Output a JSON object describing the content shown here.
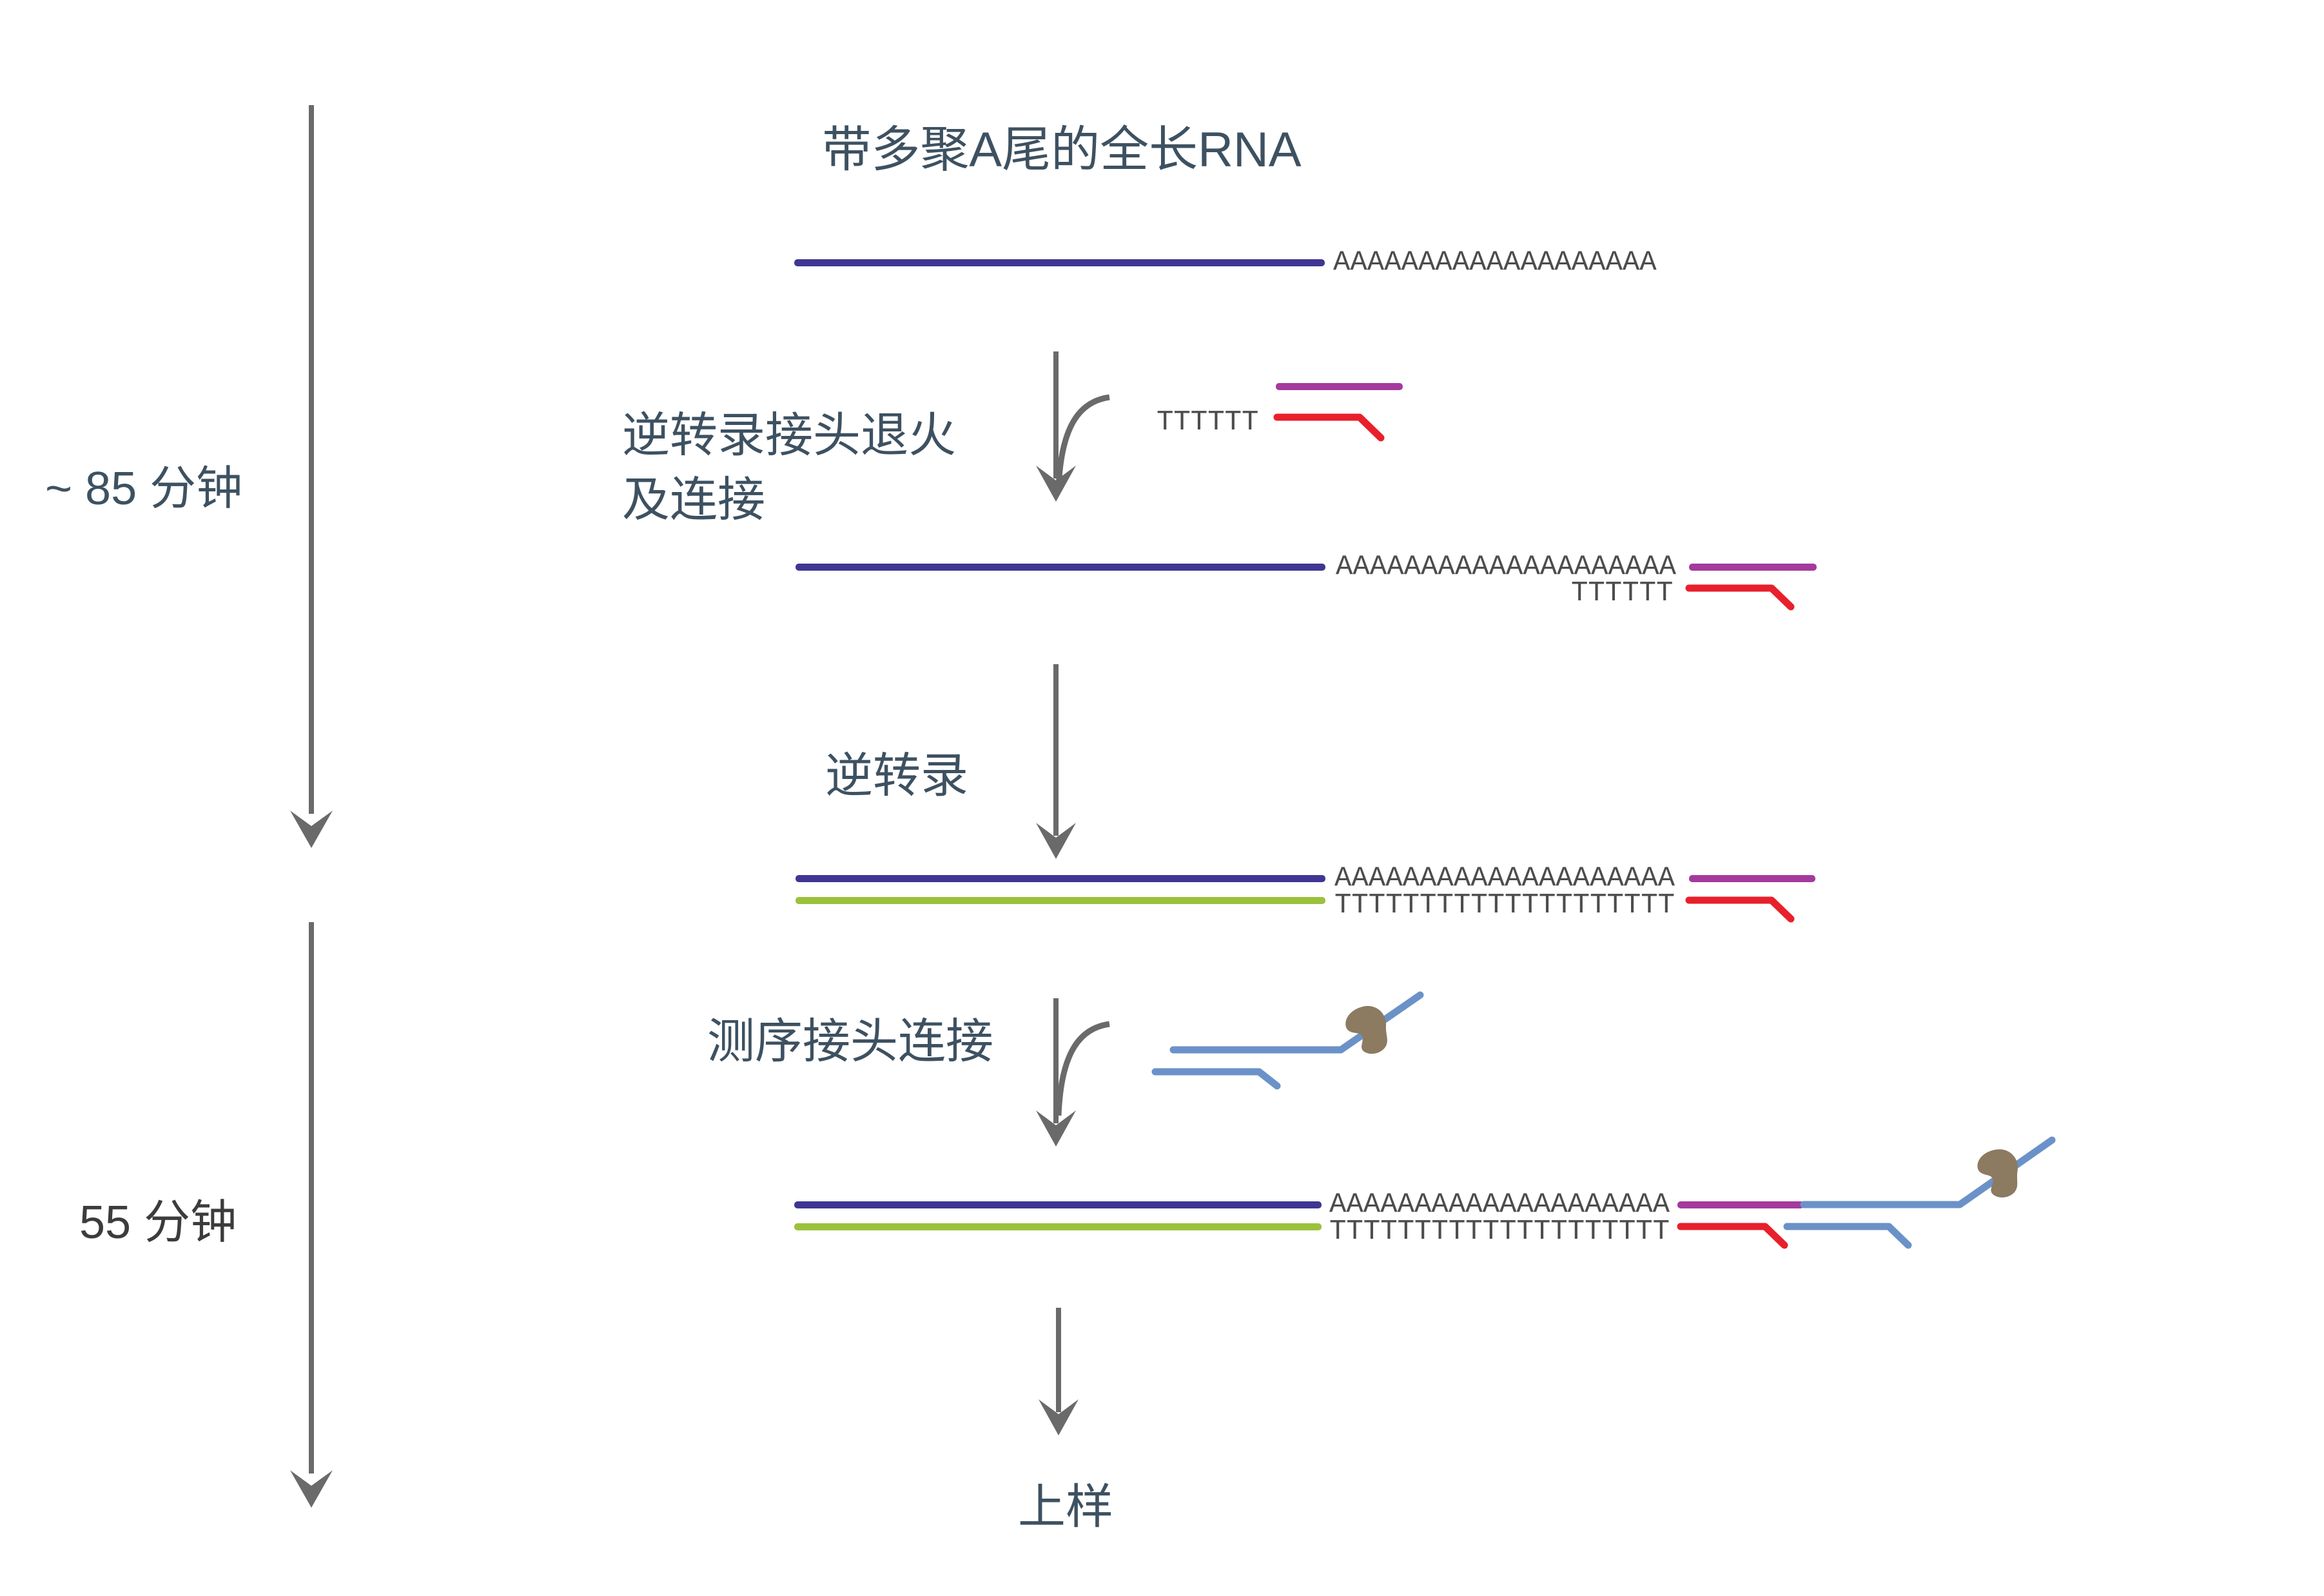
{
  "title": "带多聚A尾的全长RNA",
  "timeline": {
    "phase1_duration": "~ 85 分钟",
    "phase2_duration": "55 分钟"
  },
  "steps": {
    "step1_line1": "逆转录接头退火",
    "step1_line2": "及连接",
    "step2_label": "逆转录",
    "step3_label": "测序接头连接",
    "final_label": "上样"
  },
  "sequences": {
    "poly_a_tail": "AAAAAAAAAAAAAAAAAAA",
    "poly_a_tail_long": "AAAAAAAAAAAAAAAAAAAA",
    "oligo_dt_primer": "TTTTTT",
    "poly_t_strand": "TTTTTTTTTTTTTTTTTTTT"
  },
  "colors": {
    "rna_strand": "#3f3693",
    "rt_adapter_top": "#a43a9d",
    "rt_adapter_bottom": "#e8202b",
    "cdna_strand": "#9cc13c",
    "sequencing_adapter": "#6b92c8",
    "motor_protein": "#8c7a61",
    "arrow": "#6a6a6a",
    "label_text": "#3d5161",
    "sequence_text": "#4c4c4c",
    "phase2_text": "#3c3c3c"
  }
}
